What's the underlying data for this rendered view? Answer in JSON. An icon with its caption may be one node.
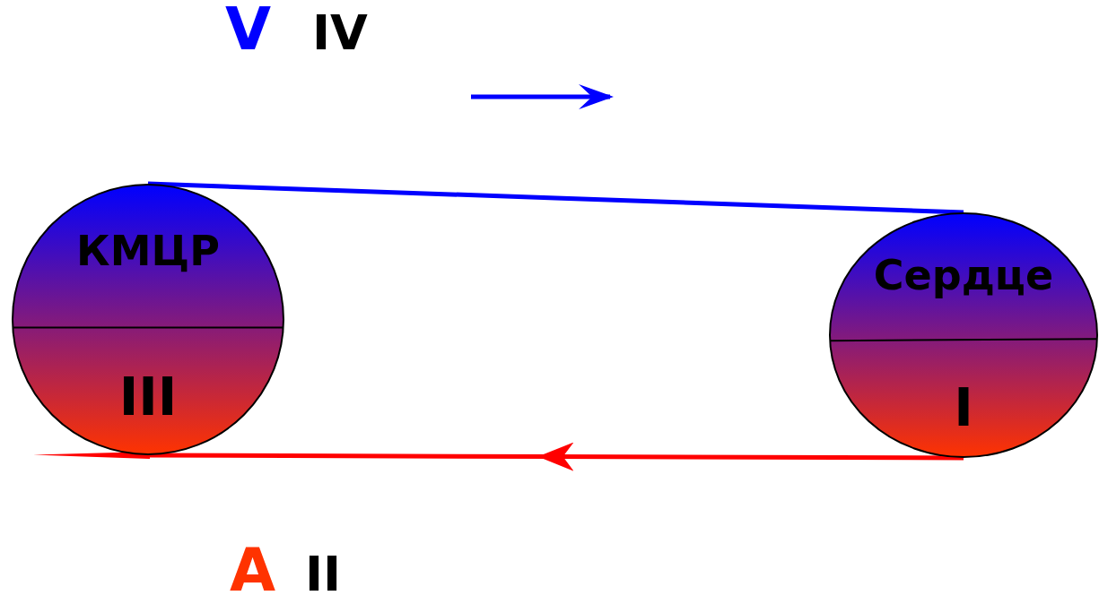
{
  "diagram": {
    "nodes": [
      {
        "text": [
          "КМЦР",
          "III"
        ]
      },
      {
        "text": [
          "Сердце",
          "I"
        ]
      }
    ],
    "edges": [
      {
        "from": 0,
        "to": 1,
        "arrow": "none",
        "color": "#0000ff"
      },
      {
        "from": 1,
        "to": 0,
        "arrow": "to",
        "color": "#ff0000"
      }
    ],
    "labels": [
      "V",
      "IV",
      "A",
      "II"
    ]
  }
}
